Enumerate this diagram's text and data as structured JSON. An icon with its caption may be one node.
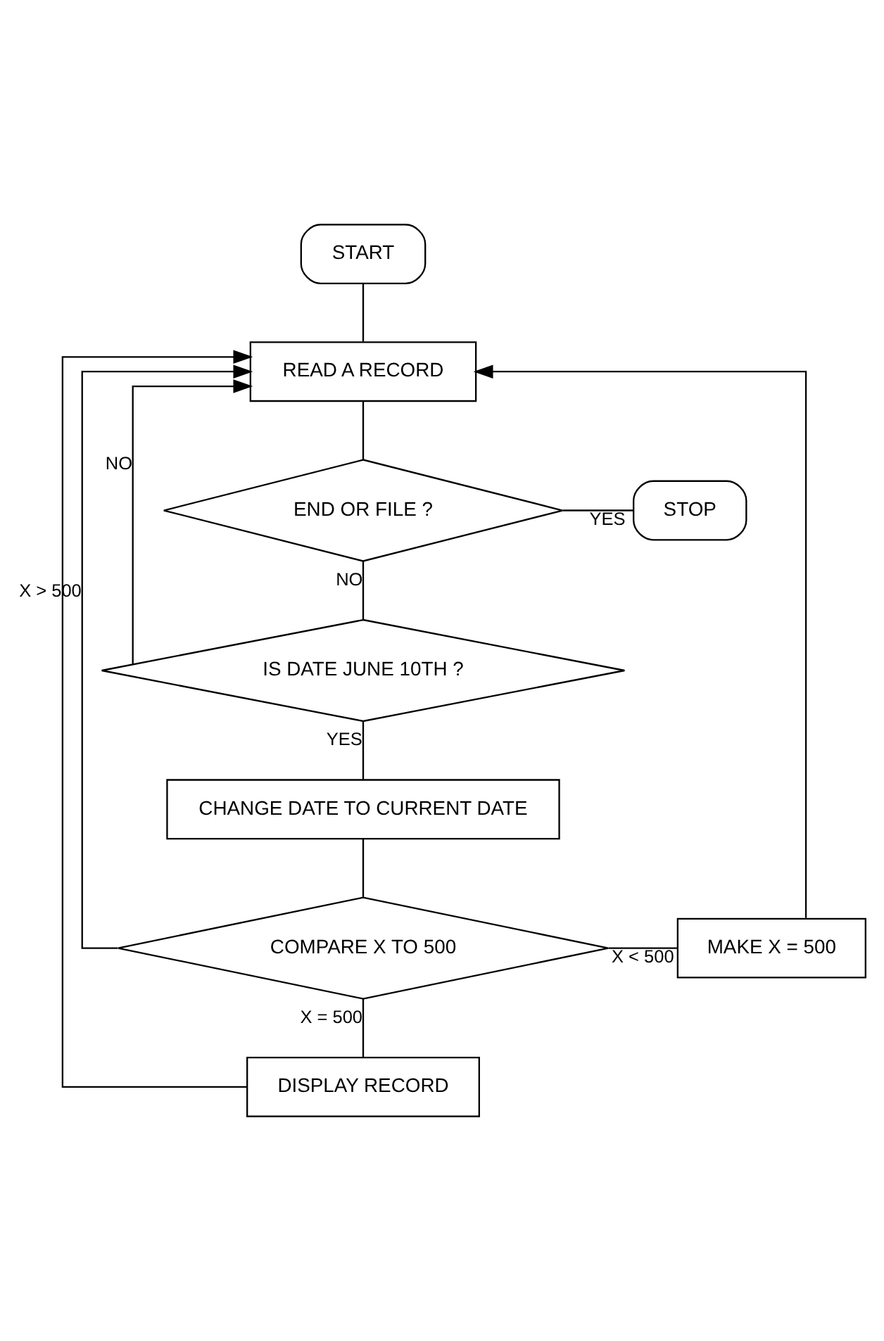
{
  "diagram": {
    "nodes": [
      {
        "text": [
          "START"
        ]
      },
      {
        "text": [
          "READ A RECORD"
        ]
      },
      {
        "text": [
          "END OR FILE ?"
        ]
      },
      {
        "text": [
          "STOP"
        ]
      },
      {
        "text": [
          "IS DATE JUNE 10TH ?"
        ]
      },
      {
        "text": [
          "CHANGE DATE TO CURRENT DATE"
        ]
      },
      {
        "text": [
          "COMPARE X TO 500"
        ]
      },
      {
        "text": [
          "MAKE X = 500"
        ]
      },
      {
        "text": [
          "DISPLAY RECORD"
        ]
      }
    ],
    "edges": [
      {
        "from": 0,
        "to": 1,
        "arrow": "none"
      },
      {
        "from": 1,
        "to": 2,
        "arrow": "none"
      },
      {
        "from": 2,
        "to": 3,
        "arrow": "none",
        "label": "YES"
      },
      {
        "from": 2,
        "to": 4,
        "arrow": "none",
        "label": "NO"
      },
      {
        "from": 4,
        "to": 1,
        "arrow": "to",
        "label": "NO"
      },
      {
        "from": 4,
        "to": 5,
        "arrow": "none",
        "label": "YES"
      },
      {
        "from": 5,
        "to": 6,
        "arrow": "none"
      },
      {
        "from": 6,
        "to": 1,
        "arrow": "to",
        "label": "X > 500"
      },
      {
        "from": 6,
        "to": 7,
        "arrow": "none",
        "label": "X < 500"
      },
      {
        "from": 6,
        "to": 8,
        "arrow": "none",
        "label": "X = 500"
      },
      {
        "from": 8,
        "to": 1,
        "arrow": "to"
      },
      {
        "from": 7,
        "to": 1,
        "arrow": "to"
      }
    ]
  }
}
